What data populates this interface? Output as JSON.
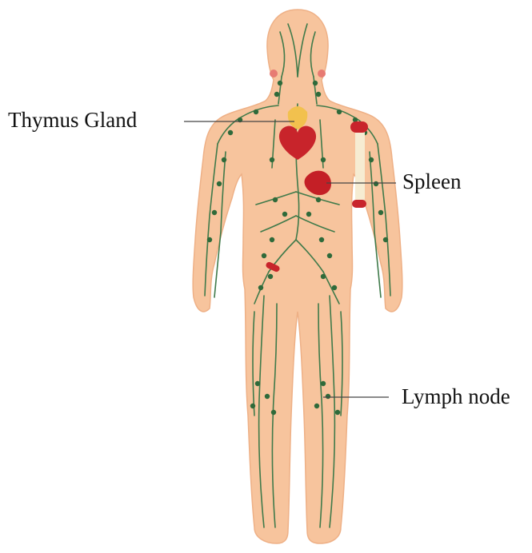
{
  "labels": {
    "thymus_gland": "Thymus Gland",
    "spleen": "Spleen",
    "lymph_node": "Lymph node"
  },
  "colors": {
    "skin": "#f7c49d",
    "skin_shadow": "#eeb086",
    "vessel": "#3f7a4a",
    "node": "#2f6a3a",
    "heart": "#c8242b",
    "spleen": "#c41f26",
    "thymus": "#f2c14e",
    "bone": "#f6ecd2",
    "tonsil": "#e77b73",
    "leader_line": "#444444"
  },
  "icons": [
    "human-body-figure",
    "heart-icon",
    "spleen-organ",
    "thymus-organ",
    "arm-bone",
    "lymph-vessel-network"
  ]
}
